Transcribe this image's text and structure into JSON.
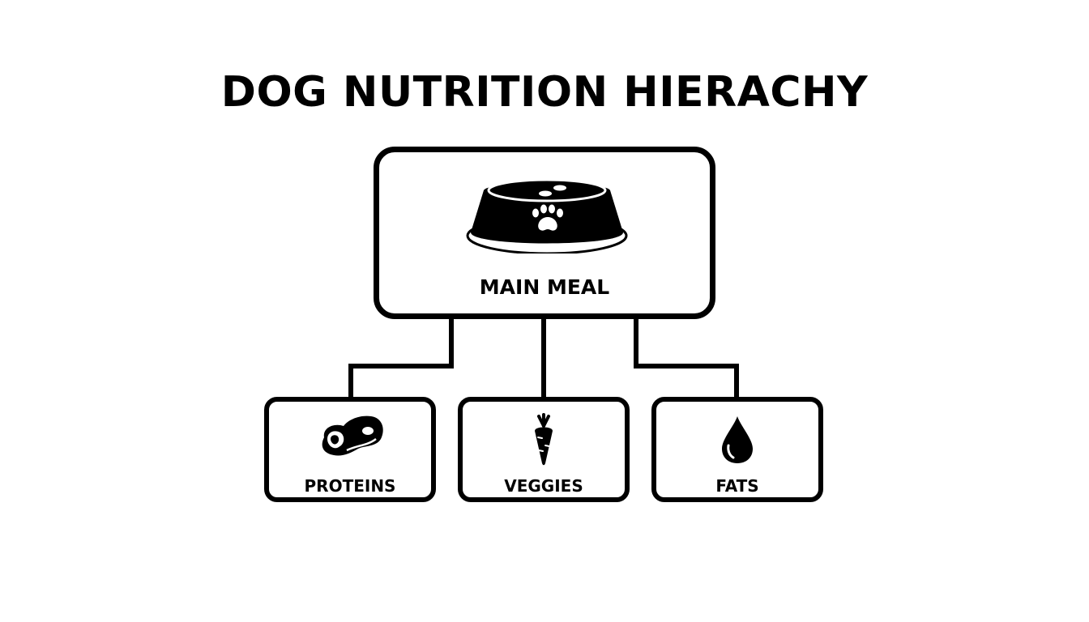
{
  "title": "DOG NUTRITION HIERACHY",
  "root": {
    "label": "MAIN MEAL",
    "icon": "dog-food-bowl-with-paw-icon"
  },
  "children": [
    {
      "label": "PROTEINS",
      "icon": "meat-steak-icon"
    },
    {
      "label": "VEGGIES",
      "icon": "carrot-icon"
    },
    {
      "label": "FATS",
      "icon": "oil-drop-icon"
    }
  ],
  "colors": {
    "stroke": "#000000",
    "background": "#ffffff"
  }
}
